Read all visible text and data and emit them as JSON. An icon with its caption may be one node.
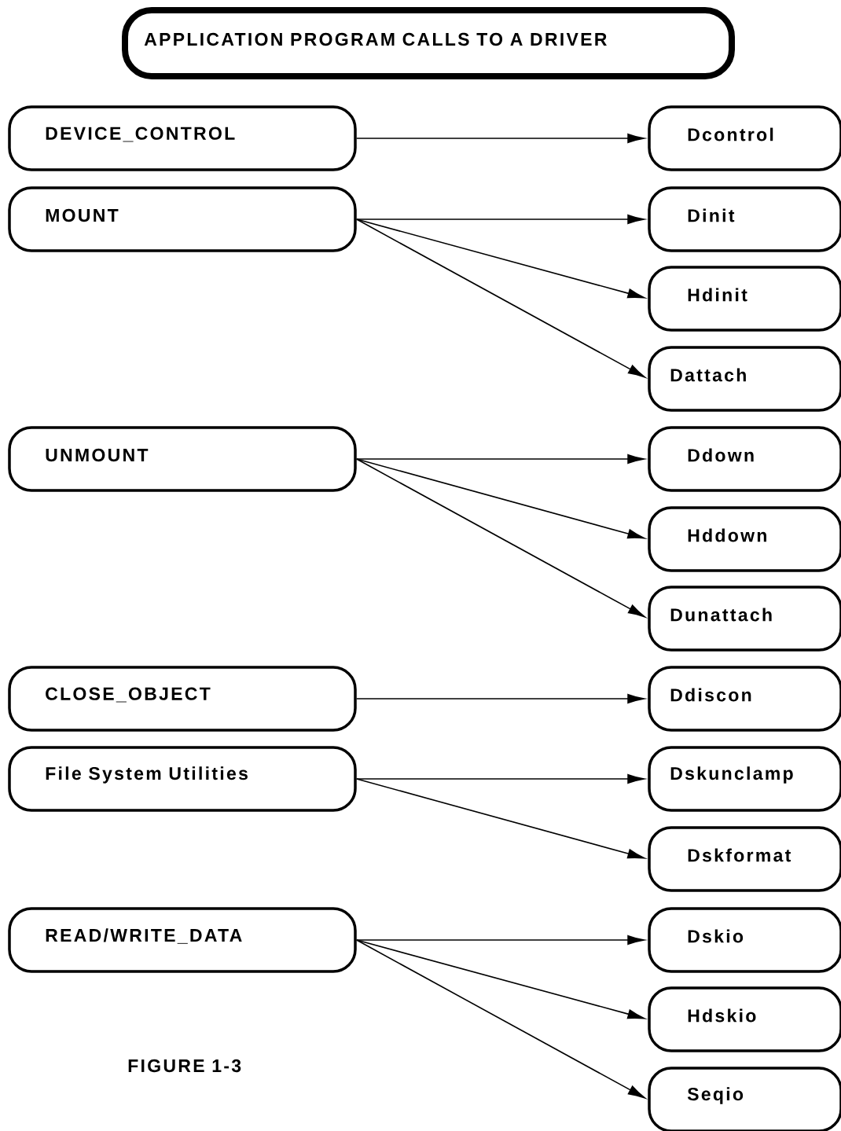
{
  "diagram": {
    "title": "APPLICATION PROGRAM CALLS TO A DRIVER",
    "caption": "FIGURE 1-3",
    "nodes": [
      {
        "text": [
          "DEVICE_CONTROL"
        ]
      },
      {
        "text": [
          "Dcontrol"
        ]
      },
      {
        "text": [
          "MOUNT"
        ]
      },
      {
        "text": [
          "Dinit"
        ]
      },
      {
        "text": [
          "Hdinit"
        ]
      },
      {
        "text": [
          "Dattach"
        ]
      },
      {
        "text": [
          "UNMOUNT"
        ]
      },
      {
        "text": [
          "Ddown"
        ]
      },
      {
        "text": [
          "Hddown"
        ]
      },
      {
        "text": [
          "Dunattach"
        ]
      },
      {
        "text": [
          "CLOSE_OBJECT"
        ]
      },
      {
        "text": [
          "Ddiscon"
        ]
      },
      {
        "text": [
          "File System Utilities"
        ]
      },
      {
        "text": [
          "Dskunclamp"
        ]
      },
      {
        "text": [
          "Dskformat"
        ]
      },
      {
        "text": [
          "READ/WRITE_DATA"
        ]
      },
      {
        "text": [
          "Dskio"
        ]
      },
      {
        "text": [
          "Hdskio"
        ]
      },
      {
        "text": [
          "Seqio"
        ]
      }
    ],
    "edges": [
      {
        "from": 0,
        "to": 1,
        "arrow": "to"
      },
      {
        "from": 2,
        "to": 3,
        "arrow": "to"
      },
      {
        "from": 2,
        "to": 4,
        "arrow": "to"
      },
      {
        "from": 2,
        "to": 5,
        "arrow": "to"
      },
      {
        "from": 6,
        "to": 7,
        "arrow": "to"
      },
      {
        "from": 6,
        "to": 8,
        "arrow": "to"
      },
      {
        "from": 6,
        "to": 9,
        "arrow": "to"
      },
      {
        "from": 10,
        "to": 11,
        "arrow": "to"
      },
      {
        "from": 12,
        "to": 13,
        "arrow": "to"
      },
      {
        "from": 12,
        "to": 14,
        "arrow": "to"
      },
      {
        "from": 15,
        "to": 16,
        "arrow": "to"
      },
      {
        "from": 15,
        "to": 17,
        "arrow": "to"
      },
      {
        "from": 15,
        "to": 18,
        "arrow": "to"
      }
    ]
  }
}
